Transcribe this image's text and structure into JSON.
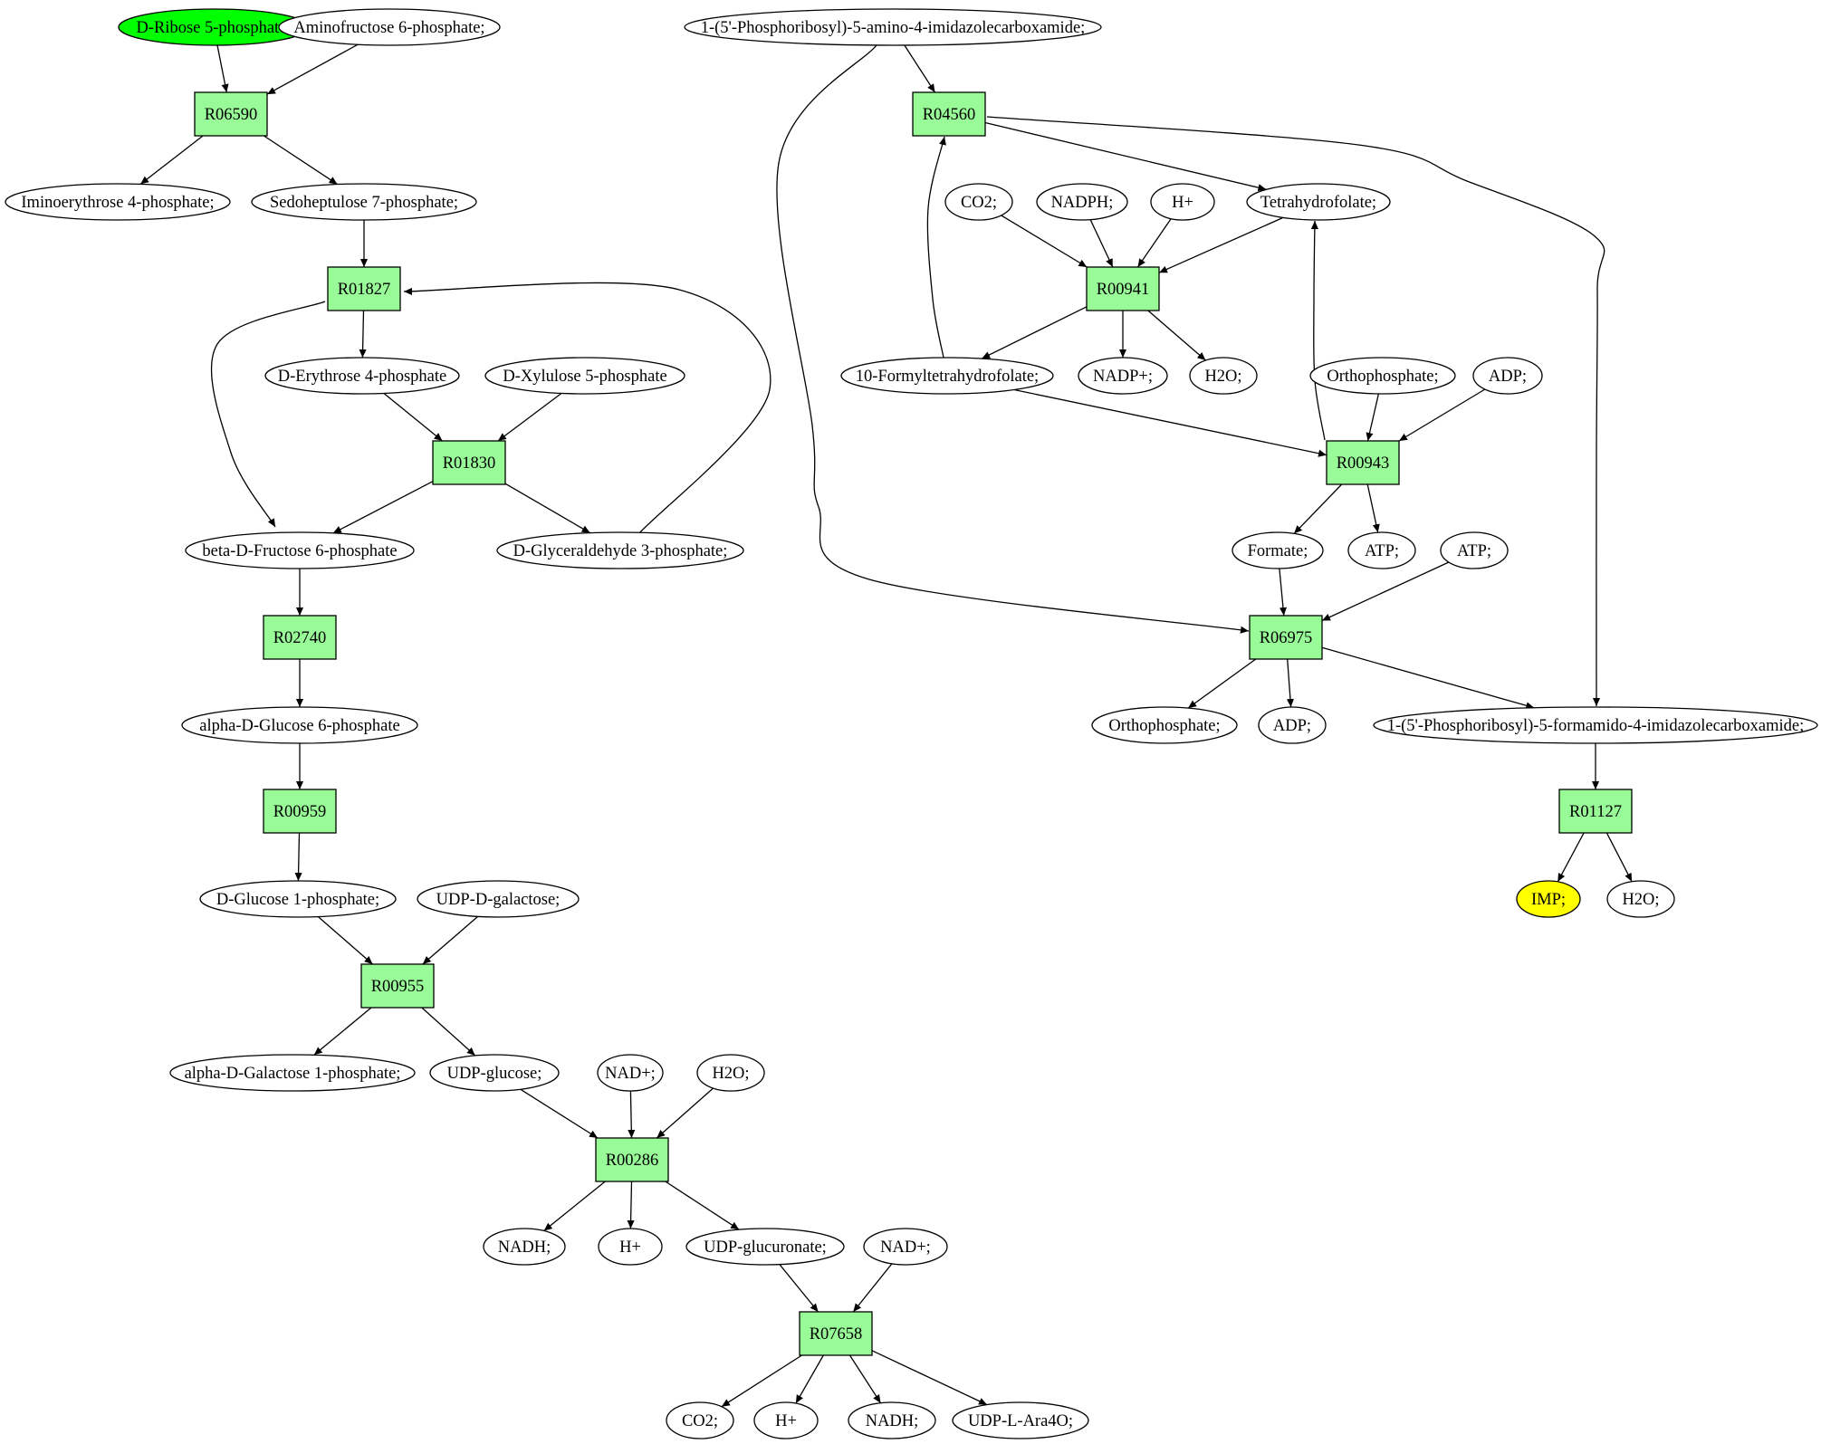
{
  "colors": {
    "reaction_fill": "#98fb98",
    "metabolite_fill": "#ffffff",
    "source_fill": "#00ff00",
    "target_fill": "#ffff00",
    "stroke": "#000000",
    "background": "#ffffff"
  },
  "nodes": {
    "n_ribose5p": {
      "type": "metabolite",
      "label": "D-Ribose 5-phosphate;",
      "fill": "#00ff00"
    },
    "n_aminofructose6p": {
      "type": "metabolite",
      "label": "Aminofructose 6-phosphate;"
    },
    "n_aicar": {
      "type": "metabolite",
      "label": "1-(5'-Phosphoribosyl)-5-amino-4-imidazolecarboxamide;"
    },
    "r_R06590": {
      "type": "reaction",
      "label": "R06590"
    },
    "r_R04560": {
      "type": "reaction",
      "label": "R04560"
    },
    "n_iminoerythrose4p": {
      "type": "metabolite",
      "label": "Iminoerythrose 4-phosphate;"
    },
    "n_sedoheptulose7p": {
      "type": "metabolite",
      "label": "Sedoheptulose 7-phosphate;"
    },
    "n_co2_a": {
      "type": "metabolite",
      "label": "CO2;"
    },
    "n_nadph": {
      "type": "metabolite",
      "label": "NADPH;"
    },
    "n_hplus_a": {
      "type": "metabolite",
      "label": "H+"
    },
    "n_thf": {
      "type": "metabolite",
      "label": "Tetrahydrofolate;"
    },
    "r_R01827": {
      "type": "reaction",
      "label": "R01827"
    },
    "r_R00941": {
      "type": "reaction",
      "label": "R00941"
    },
    "n_erythrose4p": {
      "type": "metabolite",
      "label": "D-Erythrose 4-phosphate"
    },
    "n_xylulose5p": {
      "type": "metabolite",
      "label": "D-Xylulose 5-phosphate"
    },
    "n_10fthf": {
      "type": "metabolite",
      "label": "10-Formyltetrahydrofolate;"
    },
    "n_nadpplus": {
      "type": "metabolite",
      "label": "NADP+;"
    },
    "n_h2o_a": {
      "type": "metabolite",
      "label": "H2O;"
    },
    "n_orthophosphate_a": {
      "type": "metabolite",
      "label": "Orthophosphate;"
    },
    "n_adp_a": {
      "type": "metabolite",
      "label": "ADP;"
    },
    "r_R01830": {
      "type": "reaction",
      "label": "R01830"
    },
    "r_R00943": {
      "type": "reaction",
      "label": "R00943"
    },
    "n_bfructose6p": {
      "type": "metabolite",
      "label": "beta-D-Fructose 6-phosphate"
    },
    "n_g3p": {
      "type": "metabolite",
      "label": "D-Glyceraldehyde 3-phosphate;"
    },
    "n_formate": {
      "type": "metabolite",
      "label": "Formate;"
    },
    "n_atp_a": {
      "type": "metabolite",
      "label": "ATP;"
    },
    "n_atp_b": {
      "type": "metabolite",
      "label": "ATP;"
    },
    "r_R02740": {
      "type": "reaction",
      "label": "R02740"
    },
    "r_R06975": {
      "type": "reaction",
      "label": "R06975"
    },
    "n_ag6p": {
      "type": "metabolite",
      "label": "alpha-D-Glucose 6-phosphate"
    },
    "n_orthophosphate_b": {
      "type": "metabolite",
      "label": "Orthophosphate;"
    },
    "n_adp_b": {
      "type": "metabolite",
      "label": "ADP;"
    },
    "n_faicar": {
      "type": "metabolite",
      "label": "1-(5'-Phosphoribosyl)-5-formamido-4-imidazolecarboxamide;"
    },
    "r_R00959": {
      "type": "reaction",
      "label": "R00959"
    },
    "r_R01127": {
      "type": "reaction",
      "label": "R01127"
    },
    "n_g1p": {
      "type": "metabolite",
      "label": "D-Glucose 1-phosphate;"
    },
    "n_udpgal": {
      "type": "metabolite",
      "label": "UDP-D-galactose;"
    },
    "n_imp": {
      "type": "metabolite",
      "label": "IMP;",
      "fill": "#ffff00"
    },
    "n_h2o_b": {
      "type": "metabolite",
      "label": "H2O;"
    },
    "r_R00955": {
      "type": "reaction",
      "label": "R00955"
    },
    "n_agal1p": {
      "type": "metabolite",
      "label": "alpha-D-Galactose 1-phosphate;"
    },
    "n_udpglc": {
      "type": "metabolite",
      "label": "UDP-glucose;"
    },
    "n_nadplus_a": {
      "type": "metabolite",
      "label": "NAD+;"
    },
    "n_h2o_c": {
      "type": "metabolite",
      "label": "H2O;"
    },
    "r_R00286": {
      "type": "reaction",
      "label": "R00286"
    },
    "n_nadh_a": {
      "type": "metabolite",
      "label": "NADH;"
    },
    "n_hplus_b": {
      "type": "metabolite",
      "label": "H+"
    },
    "n_udpglcA": {
      "type": "metabolite",
      "label": "UDP-glucuronate;"
    },
    "n_nadplus_b": {
      "type": "metabolite",
      "label": "NAD+;"
    },
    "r_R07658": {
      "type": "reaction",
      "label": "R07658"
    },
    "n_co2_b": {
      "type": "metabolite",
      "label": "CO2;"
    },
    "n_hplus_c": {
      "type": "metabolite",
      "label": "H+"
    },
    "n_nadh_b": {
      "type": "metabolite",
      "label": "NADH;"
    },
    "n_udpara4o": {
      "type": "metabolite",
      "label": "UDP-L-Ara4O;"
    }
  },
  "edges": [
    [
      "n_ribose5p",
      "r_R06590"
    ],
    [
      "n_aminofructose6p",
      "r_R06590"
    ],
    [
      "r_R06590",
      "n_iminoerythrose4p"
    ],
    [
      "r_R06590",
      "n_sedoheptulose7p"
    ],
    [
      "n_sedoheptulose7p",
      "r_R01827"
    ],
    [
      "r_R01827",
      "n_erythrose4p"
    ],
    [
      "r_R01827",
      "n_bfructose6p"
    ],
    [
      "n_erythrose4p",
      "r_R01830"
    ],
    [
      "n_xylulose5p",
      "r_R01830"
    ],
    [
      "r_R01830",
      "n_bfructose6p"
    ],
    [
      "r_R01830",
      "n_g3p"
    ],
    [
      "n_g3p",
      "r_R01827"
    ],
    [
      "n_bfructose6p",
      "r_R02740"
    ],
    [
      "r_R02740",
      "n_ag6p"
    ],
    [
      "n_ag6p",
      "r_R00959"
    ],
    [
      "r_R00959",
      "n_g1p"
    ],
    [
      "n_g1p",
      "r_R00955"
    ],
    [
      "n_udpgal",
      "r_R00955"
    ],
    [
      "r_R00955",
      "n_agal1p"
    ],
    [
      "r_R00955",
      "n_udpglc"
    ],
    [
      "n_udpglc",
      "r_R00286"
    ],
    [
      "n_nadplus_a",
      "r_R00286"
    ],
    [
      "n_h2o_c",
      "r_R00286"
    ],
    [
      "r_R00286",
      "n_nadh_a"
    ],
    [
      "r_R00286",
      "n_hplus_b"
    ],
    [
      "r_R00286",
      "n_udpglcA"
    ],
    [
      "n_udpglcA",
      "r_R07658"
    ],
    [
      "n_nadplus_b",
      "r_R07658"
    ],
    [
      "r_R07658",
      "n_co2_b"
    ],
    [
      "r_R07658",
      "n_hplus_c"
    ],
    [
      "r_R07658",
      "n_nadh_b"
    ],
    [
      "r_R07658",
      "n_udpara4o"
    ],
    [
      "n_aicar",
      "r_R04560"
    ],
    [
      "n_aicar",
      "r_R06975"
    ],
    [
      "n_10fthf",
      "r_R04560"
    ],
    [
      "r_R04560",
      "n_thf"
    ],
    [
      "r_R04560",
      "n_faicar"
    ],
    [
      "n_co2_a",
      "r_R00941"
    ],
    [
      "n_nadph",
      "r_R00941"
    ],
    [
      "n_hplus_a",
      "r_R00941"
    ],
    [
      "n_thf",
      "r_R00941"
    ],
    [
      "r_R00941",
      "n_10fthf"
    ],
    [
      "r_R00941",
      "n_nadpplus"
    ],
    [
      "r_R00941",
      "n_h2o_a"
    ],
    [
      "n_10fthf",
      "r_R00943"
    ],
    [
      "n_orthophosphate_a",
      "r_R00943"
    ],
    [
      "n_adp_a",
      "r_R00943"
    ],
    [
      "r_R00943",
      "n_thf"
    ],
    [
      "r_R00943",
      "n_formate"
    ],
    [
      "r_R00943",
      "n_atp_a"
    ],
    [
      "n_formate",
      "r_R06975"
    ],
    [
      "n_atp_b",
      "r_R06975"
    ],
    [
      "r_R06975",
      "n_orthophosphate_b"
    ],
    [
      "r_R06975",
      "n_adp_b"
    ],
    [
      "r_R06975",
      "n_faicar"
    ],
    [
      "n_faicar",
      "r_R01127"
    ],
    [
      "r_R01127",
      "n_imp"
    ],
    [
      "r_R01127",
      "n_h2o_b"
    ]
  ]
}
